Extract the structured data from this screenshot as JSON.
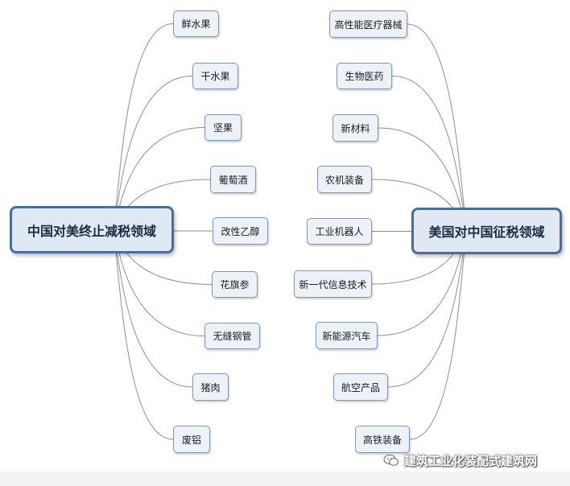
{
  "diagram": {
    "left_hub": "中国对美终止减税领域",
    "right_hub": "美国对中国征税领域",
    "left_items": [
      "鲜水果",
      "干水果",
      "坚果",
      "葡萄酒",
      "改性乙醇",
      "花旗参",
      "无缝钢管",
      "猪肉",
      "废铝"
    ],
    "right_items": [
      "高性能医疗器械",
      "生物医药",
      "新材料",
      "农机装备",
      "工业机器人",
      "新一代信息技术",
      "新能源汽车",
      "航空产品",
      "高铁装备"
    ]
  },
  "watermark": {
    "text": "建筑工业化装配式建筑网"
  },
  "colors": {
    "hub_border": "#4a6d99",
    "hub_fill": "#dfe8f3",
    "node_border": "#7d96b8",
    "node_fill": "#edf2f8",
    "connector": "#8e8e8e"
  }
}
